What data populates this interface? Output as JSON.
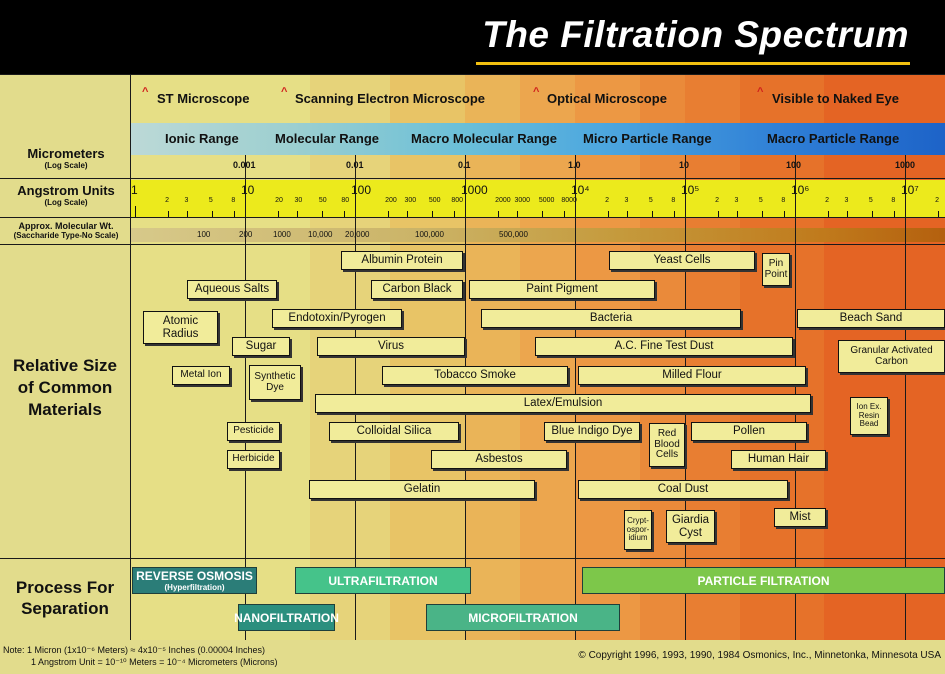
{
  "title": "The Filtration Spectrum",
  "labels": {
    "micrometers": "Micrometers",
    "micrometers_sub": "(Log Scale)",
    "angstrom": "Angstrom Units",
    "angstrom_sub": "(Log Scale)",
    "mw": "Approx. Molecular Wt.",
    "mw_sub": "(Saccharide Type-No Scale)",
    "relative": "Relative Size of Common Materials",
    "process": "Process For Separation"
  },
  "microscopes": [
    {
      "label": "ST Microscope",
      "caret": "^"
    },
    {
      "label": "Scanning Electron Microscope",
      "caret": "^"
    },
    {
      "label": "Optical Microscope",
      "caret": "^"
    },
    {
      "label": "Visible to Naked Eye",
      "caret": "^"
    }
  ],
  "ranges": [
    "Ionic Range",
    "Molecular Range",
    "Macro Molecular Range",
    "Micro Particle Range",
    "Macro Particle Range"
  ],
  "micrometer_ticks": [
    "0.001",
    "0.01",
    "0.1",
    "1.0",
    "10",
    "100",
    "1000"
  ],
  "angstrom_major": [
    "1",
    "10",
    "100",
    "1000",
    "10⁴",
    "10⁵",
    "10⁶",
    "10⁷"
  ],
  "angstrom_minor": [
    "2",
    "3",
    "5",
    "8",
    "20",
    "30",
    "50",
    "80",
    "200",
    "300",
    "500",
    "800",
    "2000",
    "3000",
    "5000",
    "8000",
    "2",
    "3",
    "5",
    "8",
    "2",
    "3",
    "5",
    "8",
    "2",
    "3",
    "5",
    "8",
    "2",
    "3",
    "5",
    "8",
    "2"
  ],
  "molecular_weights": [
    "100",
    "200",
    "1000",
    "10,000",
    "20,000",
    "100,000",
    "500,000"
  ],
  "materials": [
    {
      "label": "Albumin Protein"
    },
    {
      "label": "Aqueous Salts"
    },
    {
      "label": "Carbon Black"
    },
    {
      "label": "Paint Pigment"
    },
    {
      "label": "Yeast Cells"
    },
    {
      "label": "Pin Point"
    },
    {
      "label": "Atomic Radius"
    },
    {
      "label": "Endotoxin/Pyrogen"
    },
    {
      "label": "Bacteria"
    },
    {
      "label": "Beach Sand"
    },
    {
      "label": "Sugar"
    },
    {
      "label": "Virus"
    },
    {
      "label": "A.C. Fine Test Dust"
    },
    {
      "label": "Granular Activated Carbon"
    },
    {
      "label": "Metal Ion"
    },
    {
      "label": "Synthetic Dye"
    },
    {
      "label": "Tobacco Smoke"
    },
    {
      "label": "Milled Flour"
    },
    {
      "label": "Latex/Emulsion"
    },
    {
      "label": "Ion Ex. Resin Bead"
    },
    {
      "label": "Pesticide"
    },
    {
      "label": "Colloidal Silica"
    },
    {
      "label": "Blue Indigo Dye"
    },
    {
      "label": "Red Blood Cells"
    },
    {
      "label": "Pollen"
    },
    {
      "label": "Herbicide"
    },
    {
      "label": "Asbestos"
    },
    {
      "label": "Human Hair"
    },
    {
      "label": "Gelatin"
    },
    {
      "label": "Coal Dust"
    },
    {
      "label": "Crypt-ospor-idium"
    },
    {
      "label": "Giardia Cyst"
    },
    {
      "label": "Mist"
    }
  ],
  "processes": [
    {
      "label": "REVERSE OSMOSIS",
      "sub": "(Hyperfiltration)",
      "color": "#2b7d78"
    },
    {
      "label": "ULTRAFILTRATION",
      "color": "#45c38a"
    },
    {
      "label": "PARTICLE FILTRATION",
      "color": "#7dc74a"
    },
    {
      "label": "NANOFILTRATION",
      "color": "#2b8f7e"
    },
    {
      "label": "MICROFILTRATION",
      "color": "#4ab487"
    }
  ],
  "notes": {
    "note1": "Note: 1 Micron (1x10⁻⁶ Meters) ≈ 4x10⁻⁵ Inches (0.00004 Inches)",
    "note2": "1 Angstrom Unit = 10⁻¹⁰ Meters = 10⁻⁴ Micrometers (Microns)",
    "copyright": "© Copyright 1996, 1993, 1990, 1984 Osmonics, Inc., Minnetonka, Minnesota USA"
  }
}
